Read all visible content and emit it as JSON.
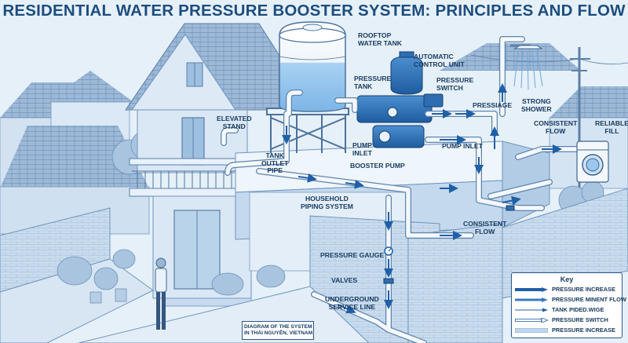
{
  "title": "RESIDENTIAL WATER PRESSURE BOOSTER SYSTEM: PRINCIPLES AND FLOW",
  "labels": {
    "rooftop_tank": "ROOFTOP\nWATER TANK",
    "automatic_control": "AUTOMATIC\nCONTROL UNIT",
    "pressure_tank": "PRESSURE\nTANK",
    "pressure_switch": "PRESSURE\nSWITCH",
    "pressiage": "PRESSIAGE",
    "strong_shower": "STRONG\nSHOWER",
    "consistent_flow_top": "CONSISTENT\nFLOW",
    "reliable_fill": "RELIABLE\nFILL",
    "elevated_stand": "ELEVATED\nSTAND",
    "pump_inlet_left": "PUMP\nINLET",
    "pump_inlet_right": "PUMP INLET",
    "tank_outlet_pipe": "TANK\nOUTLET\nPIPE",
    "booster_pump": "BOOSTER PUMP",
    "household_piping": "HOUSEHOLD\nPIPING SYSTEM",
    "consistent_flow_mid": "CONSISTENT\nFLOW",
    "pressure_gauge": "PRESSURE GAUGE",
    "valves": "VALVES",
    "underground_line": "UNDERGROUND\nSERVICE LINE"
  },
  "caption": "DIAGRAM OF THE SYSTEM\nIN THÁI NGUYÊN, VIETNAM",
  "key": {
    "title": "Key",
    "items": [
      {
        "label": "PRESSURE INCREASE",
        "style": "arrow-dark"
      },
      {
        "label": "PRESSURE MINENT FLOW",
        "style": "arrow-mid"
      },
      {
        "label": "TANK PIDED.WIGE",
        "style": "arrow-thin"
      },
      {
        "label": "PRESSURE SWITCH",
        "style": "arrow-outline"
      },
      {
        "label": "PRESSURE INCREASE",
        "style": "box-light"
      }
    ]
  },
  "colors": {
    "background": "#e6f0f8",
    "title": "#1d4d7e",
    "pipe": "#f4f8fc",
    "pipe_outline": "#5d84ad",
    "arrow": "#1f5fa6",
    "water": "#9cc8ee",
    "house": "#d5e4f3",
    "roof": "#9bb8d6"
  },
  "icons": [
    "shower-icon",
    "washing-machine-icon",
    "pump-icon",
    "pressure-tank-icon",
    "person-icon",
    "utility-pole-icon"
  ]
}
